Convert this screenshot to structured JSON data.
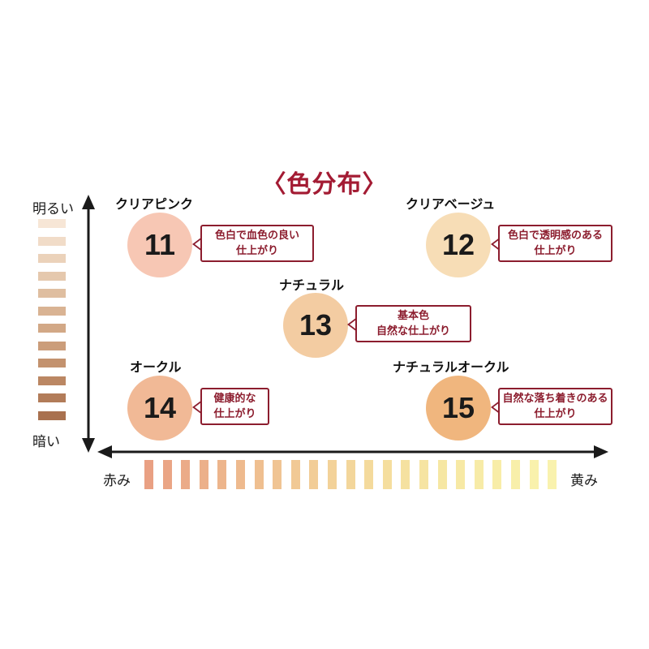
{
  "title": "〈色分布〉",
  "axes": {
    "bright": "明るい",
    "dark": "暗い",
    "red": "赤み",
    "yellow": "黄み"
  },
  "brightness_scale": [
    "#f7e6d6",
    "#f1dcc8",
    "#ebd2ba",
    "#e5c8ad",
    "#dfbea0",
    "#d9b393",
    "#d2a886",
    "#cb9d7a",
    "#c3926e",
    "#bb8763",
    "#b27c59",
    "#a9714f"
  ],
  "hue_scale": [
    "#e9a083",
    "#eaa585",
    "#ebab88",
    "#ecb08a",
    "#edb58c",
    "#eeba8e",
    "#efbf90",
    "#f0c493",
    "#f1c995",
    "#f2cd97",
    "#f3d299",
    "#f3d69b",
    "#f4da9c",
    "#f5de9e",
    "#f5e1a0",
    "#f6e4a2",
    "#f6e7a3",
    "#f7e9a5",
    "#f7eba7",
    "#f8eda8",
    "#f8efaa",
    "#f9f1ac",
    "#f9f2ae"
  ],
  "groups": [
    {
      "name": "クリアピンク",
      "number": "11",
      "color": "#f7c7b4",
      "lines": [
        "色白で血色の良い",
        "仕上がり"
      ]
    },
    {
      "name": "クリアベージュ",
      "number": "12",
      "color": "#f7ddb6",
      "lines": [
        "色白で透明感のある",
        "仕上がり"
      ]
    },
    {
      "name": "ナチュラル",
      "number": "13",
      "color": "#f3cca2",
      "lines": [
        "基本色",
        "自然な仕上がり"
      ]
    },
    {
      "name": "オークル",
      "number": "14",
      "color": "#f1b996",
      "lines": [
        "健康的な",
        "仕上がり"
      ]
    },
    {
      "name": "ナチュラルオークル",
      "number": "15",
      "color": "#f0b67e",
      "lines": [
        "自然な落ち着きのある",
        "仕上がり"
      ]
    }
  ]
}
